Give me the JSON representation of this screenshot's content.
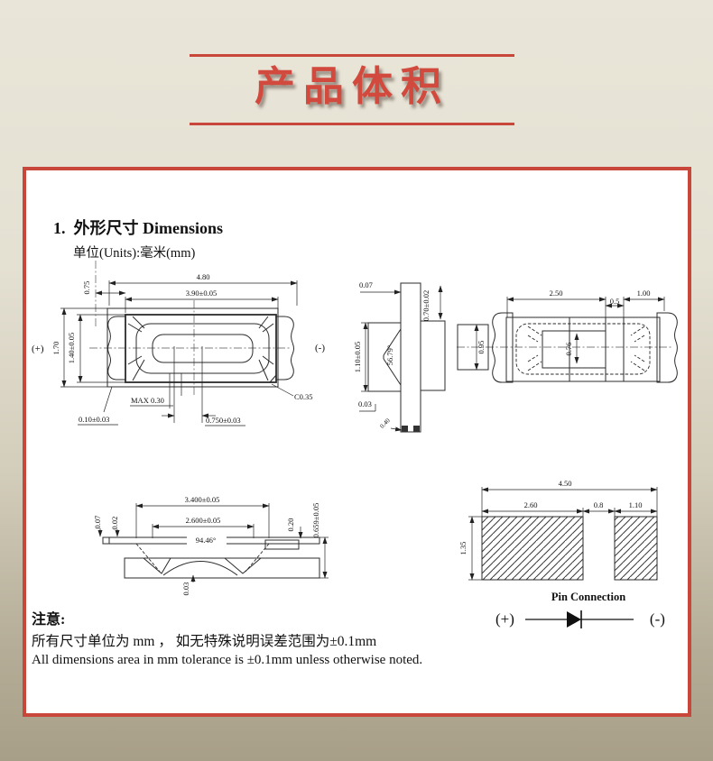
{
  "header": {
    "title": "产品体积"
  },
  "sheet": {
    "section_heading": "1.  外形尺寸 Dimensions",
    "units_label": "单位(Units):毫米(mm)",
    "notes": {
      "title": "注意:",
      "line_cn": "所有尺寸单位为 mm ， 如无特殊说明误差范围为±0.1mm",
      "line_en": "All dimensions area in mm tolerance is ±0.1mm unless otherwise noted."
    },
    "pin_connection": {
      "title": "Pin Connection",
      "anode": "(+)",
      "cathode": "(-)"
    }
  },
  "drawings": {
    "front_view": {
      "overall_width": "4.80",
      "window_width": "3.90±0.05",
      "anode_offset": "0.75",
      "overall_height": "1.70",
      "window_height": "1.40±0.05",
      "depth_max": "MAX 0.30",
      "foot": "0.10±0.03",
      "center_offset": "0.750±0.03",
      "chamfer": "C0.35",
      "anode": "(+)",
      "cathode": "(-)"
    },
    "side_view": {
      "top_gap": "0.07",
      "thickness": "0.70±0.02",
      "height": "1.10±0.05",
      "wall_angle": "56.79°",
      "bottom_gap": "0.03",
      "foot": "0.40"
    },
    "bottom_view": {
      "left_width": "2.50",
      "gap": "0.5",
      "right_width": "1.00",
      "lead_height": "0.95",
      "window_height": "0.76"
    },
    "section_view": {
      "outer_width": "3.400±0.05",
      "inner_width": "2.600±0.05",
      "dome_angle": "94.46°",
      "step_a": "0.07",
      "step_b": "0.02",
      "step_right": "0.20",
      "height": "0.659±0.05",
      "standoff": "0.03"
    },
    "pad_layout": {
      "total_width": "4.50",
      "left_pad": "2.60",
      "gap": "0.8",
      "right_pad": "1.10",
      "pad_height": "1.35"
    }
  },
  "colors": {
    "accent_red": "#c9473a",
    "title_red": "#d24a3e",
    "background_top": "#e8e4d7",
    "background_bottom": "#a89f88",
    "panel": "#ffffff",
    "line": "#2b2b2b"
  }
}
